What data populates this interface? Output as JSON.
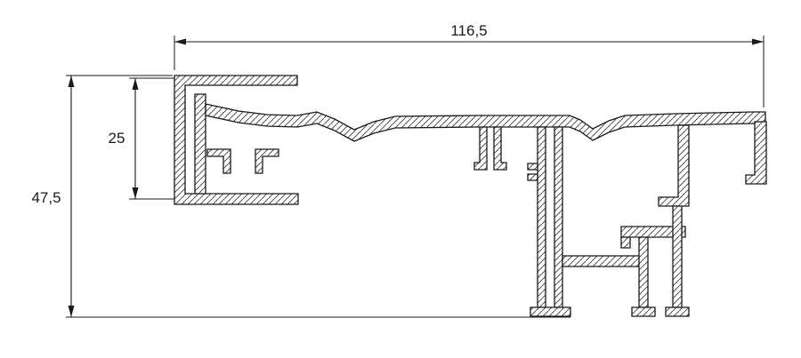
{
  "page": {
    "background": "#ffffff"
  },
  "drawing": {
    "kind": "technical cross-section drawing",
    "subject": "aluminium extrusion profile",
    "line_color": "#1a1a1a",
    "hatch_color": "#3a3a3a"
  },
  "dimensions": {
    "overall_width": "116,5",
    "inner_height": "25",
    "overall_height": "47,5"
  }
}
